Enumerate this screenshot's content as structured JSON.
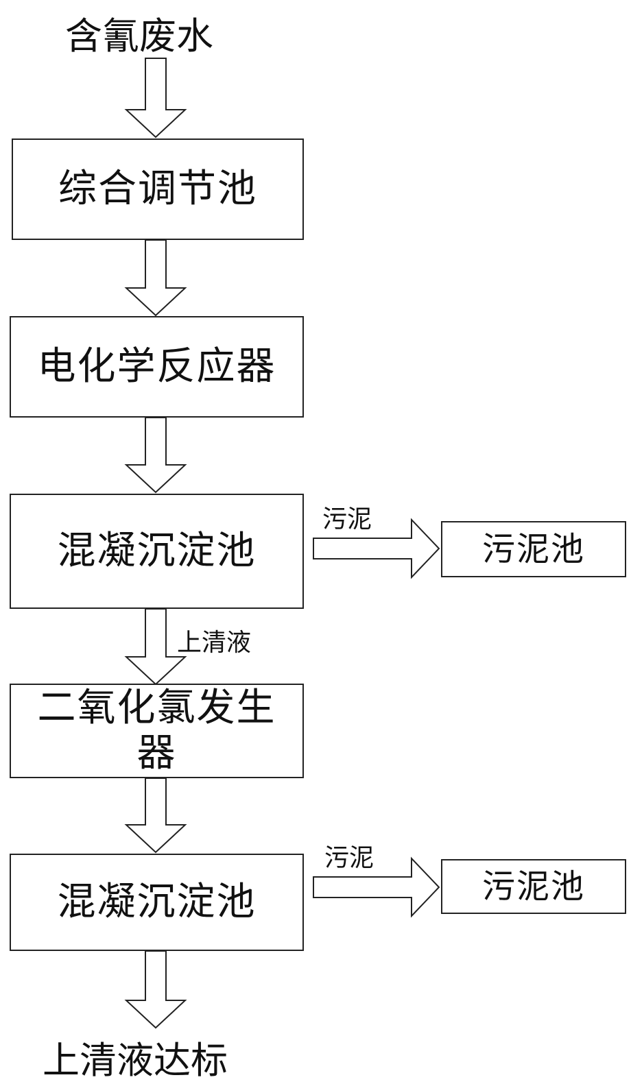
{
  "flow": {
    "input": "含氰废水",
    "steps": [
      "综合调节池",
      "电化学反应器",
      "混凝沉淀池",
      "二氧化氯发生器",
      "混凝沉淀池"
    ],
    "output": "上清液达标"
  },
  "branches": [
    {
      "edge_label": "污泥",
      "target": "污泥池"
    },
    {
      "edge_label": "污泥",
      "target": "污泥池"
    }
  ],
  "supernatant_label": "上清液"
}
